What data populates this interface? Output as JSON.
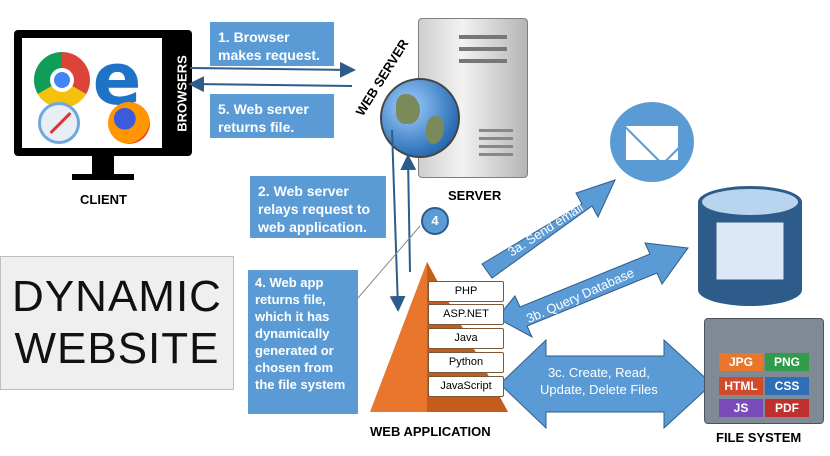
{
  "client": {
    "label": "CLIENT",
    "browsers_label": "BROWSERS"
  },
  "server": {
    "label": "SERVER",
    "web_server_label": "WEB SERVER"
  },
  "steps": {
    "step1": "1. Browser\nmakes request.",
    "step5": "5. Web server\nreturns file.",
    "step2": "2. Web server\nrelays request to\nweb application.",
    "step4": "4. Web app\nreturns file,\nwhich it has\ndynamically\ngenerated or\nchosen from\nthe file system",
    "step4_badge": "4"
  },
  "title": {
    "line1": "DYNAMIC",
    "line2": "WEBSITE"
  },
  "web_application": {
    "label": "WEB APPLICATION",
    "languages": [
      "PHP",
      "ASP.NET",
      "Java",
      "Python",
      "JavaScript"
    ]
  },
  "arrows": {
    "email": "3a. Send email",
    "database": "3b. Query Database",
    "files": "3c. Create, Read,\nUpdate, Delete Files"
  },
  "file_system": {
    "label": "FILE SYSTEM",
    "tiles": [
      "JPG",
      "PNG",
      "HTML",
      "CSS",
      "JS",
      "PDF"
    ]
  },
  "colors": {
    "blue": "#5b9bd5",
    "dark_blue": "#2e5c8a",
    "orange": "#e8762c",
    "email_bg": "#5b9bd5"
  }
}
